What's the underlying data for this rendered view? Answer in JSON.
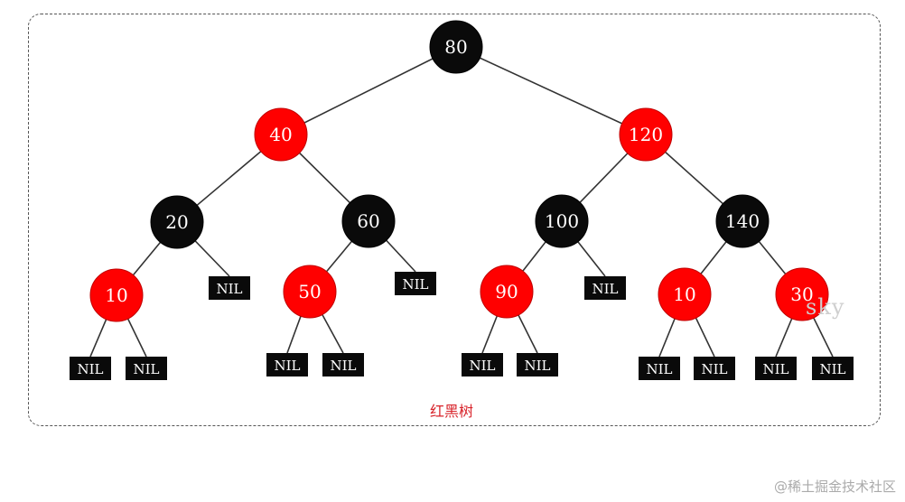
{
  "caption": "红黑树",
  "watermark": "sky",
  "footer_mark": "@稀土掘金技术社区",
  "nil_label": "NIL",
  "colors": {
    "red": "#ff0000",
    "black": "#0a0a0a",
    "edge": "#333333",
    "text": "#ffffff"
  },
  "tree": {
    "nodes": [
      {
        "id": "n80",
        "label": "80",
        "color": "black"
      },
      {
        "id": "n40",
        "label": "40",
        "color": "red"
      },
      {
        "id": "n120",
        "label": "120",
        "color": "red"
      },
      {
        "id": "n20",
        "label": "20",
        "color": "black"
      },
      {
        "id": "n60",
        "label": "60",
        "color": "black"
      },
      {
        "id": "n100",
        "label": "100",
        "color": "black"
      },
      {
        "id": "n140",
        "label": "140",
        "color": "black"
      },
      {
        "id": "n10a",
        "label": "10",
        "color": "red"
      },
      {
        "id": "n50",
        "label": "50",
        "color": "red"
      },
      {
        "id": "n90",
        "label": "90",
        "color": "red"
      },
      {
        "id": "n10b",
        "label": "10",
        "color": "red"
      },
      {
        "id": "n30",
        "label": "30",
        "color": "red"
      }
    ],
    "edges": [
      [
        "n80",
        "n40"
      ],
      [
        "n80",
        "n120"
      ],
      [
        "n40",
        "n20"
      ],
      [
        "n40",
        "n60"
      ],
      [
        "n120",
        "n100"
      ],
      [
        "n120",
        "n140"
      ],
      [
        "n20",
        "n10a"
      ],
      [
        "n20",
        "nil1"
      ],
      [
        "n60",
        "n50"
      ],
      [
        "n60",
        "nil2"
      ],
      [
        "n100",
        "n90"
      ],
      [
        "n100",
        "nil3"
      ],
      [
        "n140",
        "n10b"
      ],
      [
        "n140",
        "n30"
      ],
      [
        "n10a",
        "nil4"
      ],
      [
        "n10a",
        "nil5"
      ],
      [
        "n50",
        "nil6"
      ],
      [
        "n50",
        "nil7"
      ],
      [
        "n90",
        "nil8"
      ],
      [
        "n90",
        "nil9"
      ],
      [
        "n10b",
        "nil10"
      ],
      [
        "n10b",
        "nil11"
      ],
      [
        "n30",
        "nil12"
      ],
      [
        "n30",
        "nil13"
      ]
    ],
    "nils": [
      "nil1",
      "nil2",
      "nil3",
      "nil4",
      "nil5",
      "nil6",
      "nil7",
      "nil8",
      "nil9",
      "nil10",
      "nil11",
      "nil12",
      "nil13"
    ]
  }
}
